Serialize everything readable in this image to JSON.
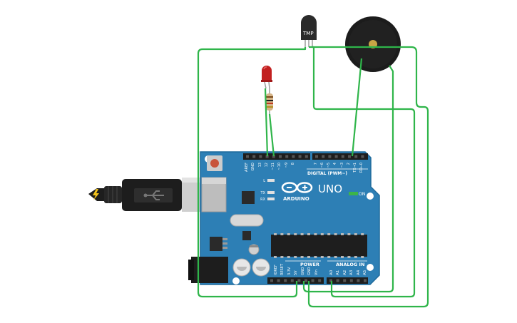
{
  "sensor": {
    "label": "TMP"
  },
  "board": {
    "model": "UNO",
    "brand": "ARDUINO",
    "on_label": "ON",
    "digital_header_label": "DIGITAL (PWM~)",
    "power_label": "POWER",
    "analog_label": "ANALOG IN",
    "led_labels": [
      "L",
      "TX",
      "RX"
    ],
    "digital_pins": [
      "AREF",
      "GND",
      "13",
      "12",
      "~11",
      "~10",
      "~9",
      "8",
      "7",
      "~6",
      "~5",
      "4",
      "~3",
      "2",
      "TX→1",
      "RX←0"
    ],
    "power_pins": [
      "IOREF",
      "RESET",
      "3.3V",
      "5V",
      "GND",
      "GND",
      "Vin"
    ],
    "analog_pins": [
      "A0",
      "A1",
      "A2",
      "A3",
      "A4",
      "A5"
    ]
  },
  "colors": {
    "wire": "#2fb54a",
    "board": "#2d7fb5",
    "board_edge": "#1f6a9c",
    "header": "#1e1e1e",
    "led": "#c22020",
    "buzzer": "#1c1c1c",
    "buzzer_center": "#c8a545",
    "usb_cable": "#1d1d1d"
  }
}
